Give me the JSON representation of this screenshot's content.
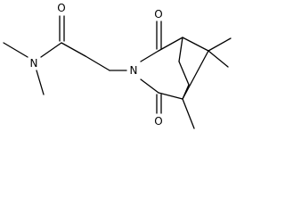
{
  "molecule": {
    "atoms": {
      "n_amide": "N",
      "o_amide": "O",
      "n_imide": "N",
      "o_imide_top": "O",
      "o_imide_bottom": "O"
    },
    "colors": {
      "bond": "#000000",
      "label": "#000000",
      "background": "#ffffff"
    }
  }
}
